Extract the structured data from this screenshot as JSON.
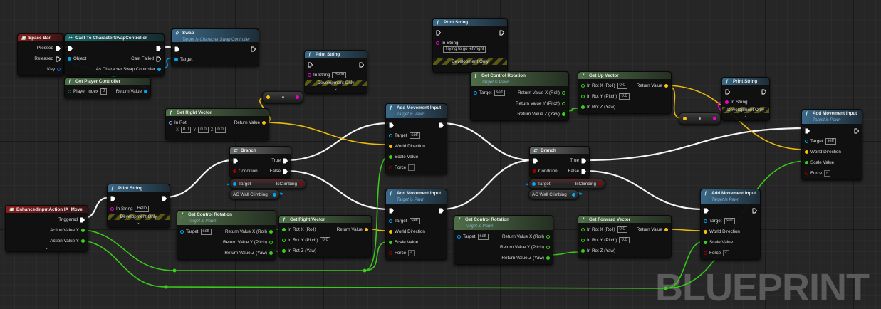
{
  "graph": {
    "watermark": "BLUEPRINT"
  },
  "pin_colors": {
    "exec": "#ffffff",
    "object": "#00a8f4",
    "key": "#1060e0",
    "vector": "#f7c20a",
    "float": "#3ad11a",
    "bool": "#9a0000",
    "string": "#f000d0",
    "int": "#1fe0a8",
    "rotator": "#8fa0ff"
  },
  "header_colors": {
    "event": "#8a1c1c",
    "cast": "#1d6468",
    "function": "#3b6888",
    "pure": "#4f6e48",
    "branch": "#6a6a6a"
  },
  "nodes": [
    {
      "id": "space_bar",
      "title": "Space Bar",
      "kind": "event",
      "icon": "keyboard-icon",
      "rows": [
        {
          "r": {
            "label": "Pressed",
            "type": "exec",
            "connected": true
          }
        },
        {
          "r": {
            "label": "Released",
            "type": "exec"
          }
        },
        {
          "r": {
            "label": "Key",
            "type": "key"
          }
        }
      ]
    },
    {
      "id": "cast",
      "title": "Cast To CharacterSwapController",
      "kind": "cast",
      "icon": "cast-icon",
      "rows": [
        {
          "l": {
            "type": "exec",
            "connected": true
          },
          "r": {
            "type": "exec",
            "connected": true
          }
        },
        {
          "l": {
            "label": "Object",
            "type": "object",
            "connected": true
          },
          "r": {
            "label": "Cast Failed",
            "type": "exec"
          }
        },
        {
          "r": {
            "label": "As Character Swap Controller",
            "type": "object",
            "connected": true
          }
        }
      ]
    },
    {
      "id": "swap",
      "title": "Swap",
      "subtitle": "Target is Character Swap Controller",
      "kind": "function",
      "icon": "swap-icon",
      "rows": [
        {
          "l": {
            "type": "exec",
            "connected": true
          },
          "r": {
            "type": "exec"
          }
        },
        {
          "l": {
            "label": "Target",
            "type": "object",
            "connected": true
          }
        }
      ]
    },
    {
      "id": "get_player_controller",
      "title": "Get Player Controller",
      "kind": "pure",
      "icon": "function-icon",
      "rows": [
        {
          "l": {
            "label": "Player Index",
            "type": "int",
            "value": "0"
          },
          "r": {
            "label": "Return Value",
            "type": "object",
            "connected": true
          }
        }
      ]
    },
    {
      "id": "print_hello_1",
      "title": "Print String",
      "kind": "function",
      "icon": "function-icon",
      "dev_only": "Development Only",
      "expand": "⌄",
      "rows": [
        {
          "l": {
            "type": "exec"
          },
          "r": {
            "type": "exec"
          }
        },
        {
          "l": {
            "label": "In String",
            "type": "string",
            "value": "Hello"
          }
        }
      ]
    },
    {
      "id": "get_right_vector_1",
      "title": "Get Right Vector",
      "kind": "pure",
      "icon": "function-icon",
      "rows": [
        {
          "l": {
            "label": "In Rot",
            "type": "rotator",
            "xyz": [
              "X",
              "0.0",
              "Y",
              "0.0",
              "Z",
              "0.0"
            ]
          },
          "r": {
            "label": "Return Value",
            "type": "vector",
            "connected": true
          }
        },
        {}
      ]
    },
    {
      "id": "branch_1",
      "title": "Branch",
      "kind": "branch",
      "icon": "branch-icon",
      "rows": [
        {
          "l": {
            "type": "exec",
            "connected": true
          },
          "r": {
            "label": "True",
            "type": "exec",
            "connected": true
          }
        },
        {
          "l": {
            "label": "Condition",
            "type": "bool",
            "connected": true
          },
          "r": {
            "label": "False",
            "type": "exec",
            "connected": true
          }
        }
      ]
    },
    {
      "id": "add_movement_1",
      "title": "Add Movement Input",
      "subtitle": "Target is Pawn",
      "kind": "function",
      "icon": "function-icon",
      "rows": [
        {
          "l": {
            "type": "exec",
            "connected": true
          },
          "r": {
            "type": "exec",
            "connected": true
          }
        },
        {
          "l": {
            "label": "Target",
            "type": "object",
            "value": "self"
          }
        },
        {
          "l": {
            "label": "World Direction",
            "type": "vector",
            "connected": true
          }
        },
        {
          "l": {
            "label": "Scale Value",
            "type": "float",
            "connected": true
          }
        },
        {
          "l": {
            "label": "Force",
            "type": "bool",
            "checkbox": ""
          }
        }
      ]
    },
    {
      "id": "print_left_right",
      "title": "Print String",
      "kind": "function",
      "icon": "function-icon",
      "dev_only": "Development Only",
      "expand": "⌄",
      "rows": [
        {
          "l": {
            "type": "exec"
          },
          "r": {
            "type": "exec"
          }
        },
        {
          "l": {
            "label": "In String",
            "type": "string",
            "value_below": "Trying to go left/right"
          }
        },
        {}
      ]
    },
    {
      "id": "get_control_rotation_top",
      "title": "Get Control Rotation",
      "subtitle": "Target is Pawn",
      "kind": "pure",
      "icon": "function-icon",
      "rows": [
        {
          "l": {
            "label": "Target",
            "type": "object",
            "value": "self"
          },
          "r": {
            "label": "Return Value X (Roll)",
            "type": "float"
          }
        },
        {
          "r": {
            "label": "Return Value Y (Pitch)",
            "type": "float"
          }
        },
        {
          "r": {
            "label": "Return Value Z (Yaw)",
            "type": "float",
            "connected": true
          }
        }
      ]
    },
    {
      "id": "get_up_vector",
      "title": "Get Up Vector",
      "kind": "pure",
      "icon": "function-icon",
      "rows": [
        {
          "l": {
            "label": "In Rot X (Roll)",
            "type": "float",
            "value": "0.0"
          },
          "r": {
            "label": "Return Value",
            "type": "vector",
            "connected": true
          }
        },
        {
          "l": {
            "label": "In Rot Y (Pitch)",
            "type": "float",
            "value": "0.0"
          }
        },
        {
          "l": {
            "label": "In Rot Z (Yaw)",
            "type": "float",
            "connected": true
          }
        }
      ]
    },
    {
      "id": "print_up",
      "title": "Print String",
      "kind": "function",
      "icon": "function-icon",
      "dev_only": "Development Only",
      "expand": "⌄",
      "rows": [
        {
          "l": {
            "type": "exec"
          },
          "r": {
            "type": "exec"
          }
        },
        {
          "l": {
            "label": "In String",
            "type": "string",
            "connected": true
          }
        }
      ]
    },
    {
      "id": "add_movement_top_right",
      "title": "Add Movement Input",
      "subtitle": "Target is Pawn",
      "kind": "function",
      "icon": "function-icon",
      "rows": [
        {
          "l": {
            "type": "exec",
            "connected": true
          },
          "r": {
            "type": "exec"
          }
        },
        {
          "l": {
            "label": "Target",
            "type": "object",
            "value": "self"
          }
        },
        {
          "l": {
            "label": "World Direction",
            "type": "vector",
            "connected": true
          }
        },
        {
          "l": {
            "label": "Scale Value",
            "type": "float",
            "connected": true
          }
        },
        {
          "l": {
            "label": "Force",
            "type": "bool",
            "checkbox": "✓"
          }
        }
      ]
    },
    {
      "id": "branch_2",
      "title": "Branch",
      "kind": "branch",
      "icon": "branch-icon",
      "rows": [
        {
          "l": {
            "type": "exec",
            "connected": true
          },
          "r": {
            "label": "True",
            "type": "exec",
            "connected": true
          }
        },
        {
          "l": {
            "label": "Condition",
            "type": "bool",
            "connected": true
          },
          "r": {
            "label": "False",
            "type": "exec",
            "connected": true
          }
        }
      ]
    },
    {
      "id": "ia_move",
      "title": "EnhancedInputAction IA_Move",
      "kind": "event",
      "icon": "input-action-icon",
      "expand": "⌄",
      "rows": [
        {
          "r": {
            "label": "Triggered",
            "type": "exec",
            "connected": true
          }
        },
        {
          "r": {
            "label": "Action Value X",
            "type": "float",
            "connected": true
          }
        },
        {
          "r": {
            "label": "Action Value Y",
            "type": "float",
            "connected": true
          }
        }
      ]
    },
    {
      "id": "print_hello_2",
      "title": "Print String",
      "kind": "function",
      "icon": "function-icon",
      "dev_only": "Development Only",
      "expand": "⌄",
      "rows": [
        {
          "l": {
            "type": "exec",
            "connected": true
          },
          "r": {
            "type": "exec",
            "connected": true
          }
        },
        {
          "l": {
            "label": "In String",
            "type": "string",
            "value": "Hello"
          }
        }
      ]
    },
    {
      "id": "get_control_rotation_bl",
      "title": "Get Control Rotation",
      "subtitle": "Target is Pawn",
      "kind": "pure",
      "icon": "function-icon",
      "rows": [
        {
          "l": {
            "label": "Target",
            "type": "object",
            "value": "self"
          },
          "r": {
            "label": "Return Value X (Roll)",
            "type": "float",
            "connected": true
          }
        },
        {
          "r": {
            "label": "Return Value Y (Pitch)",
            "type": "float"
          }
        },
        {
          "r": {
            "label": "Return Value Z (Yaw)",
            "type": "float",
            "connected": true
          }
        }
      ]
    },
    {
      "id": "get_right_vector_2",
      "title": "Get Right Vector",
      "kind": "pure",
      "icon": "function-icon",
      "rows": [
        {
          "l": {
            "label": "In Rot X (Roll)",
            "type": "float",
            "connected": true
          },
          "r": {
            "label": "Return Value",
            "type": "vector",
            "connected": true
          }
        },
        {
          "l": {
            "label": "In Rot Y (Pitch)",
            "type": "float",
            "value": "0.0"
          }
        },
        {
          "l": {
            "label": "In Rot Z (Yaw)",
            "type": "float",
            "connected": true
          }
        }
      ]
    },
    {
      "id": "add_movement_2",
      "title": "Add Movement Input",
      "subtitle": "Target is Pawn",
      "kind": "function",
      "icon": "function-icon",
      "rows": [
        {
          "l": {
            "type": "exec",
            "connected": true
          },
          "r": {
            "type": "exec",
            "connected": true
          }
        },
        {
          "l": {
            "label": "Target",
            "type": "object",
            "value": "self"
          }
        },
        {
          "l": {
            "label": "World Direction",
            "type": "vector",
            "connected": true
          }
        },
        {
          "l": {
            "label": "Scale Value",
            "type": "float",
            "connected": true
          }
        },
        {
          "l": {
            "label": "Force",
            "type": "bool",
            "checkbox": "✓"
          }
        }
      ]
    },
    {
      "id": "get_control_rotation_br",
      "title": "Get Control Rotation",
      "subtitle": "Target is Pawn",
      "kind": "pure",
      "icon": "function-icon",
      "rows": [
        {
          "l": {
            "label": "Target",
            "type": "object",
            "value": "self"
          },
          "r": {
            "label": "Return Value X (Roll)",
            "type": "float"
          }
        },
        {
          "r": {
            "label": "Return Value Y (Pitch)",
            "type": "float"
          }
        },
        {
          "r": {
            "label": "Return Value Z (Yaw)",
            "type": "float",
            "connected": true
          }
        }
      ]
    },
    {
      "id": "get_forward_vector",
      "title": "Get Forward Vector",
      "kind": "pure",
      "icon": "function-icon",
      "rows": [
        {
          "l": {
            "label": "In Rot X (Roll)",
            "type": "float",
            "value": "0.0"
          },
          "r": {
            "label": "Return Value",
            "type": "vector",
            "connected": true
          }
        },
        {
          "l": {
            "label": "In Rot Y (Pitch)",
            "type": "float",
            "value": "0.0"
          }
        },
        {
          "l": {
            "label": "In Rot Z (Yaw)",
            "type": "float",
            "connected": true
          }
        }
      ]
    },
    {
      "id": "add_movement_3",
      "title": "Add Movement Input",
      "subtitle": "Target is Pawn",
      "kind": "function",
      "icon": "function-icon",
      "rows": [
        {
          "l": {
            "type": "exec",
            "connected": true
          },
          "r": {
            "type": "exec"
          }
        },
        {
          "l": {
            "label": "Target",
            "type": "object",
            "value": "self"
          }
        },
        {
          "l": {
            "label": "World Direction",
            "type": "vector",
            "connected": true
          }
        },
        {
          "l": {
            "label": "Scale Value",
            "type": "float",
            "connected": true
          }
        },
        {
          "l": {
            "label": "Force",
            "type": "bool",
            "checkbox": "✓"
          }
        }
      ]
    }
  ],
  "conversions": [
    {
      "id": "vector_to_string_1",
      "in": "vector",
      "out": "string"
    },
    {
      "id": "vector_to_string_2",
      "in": "vector",
      "out": "string"
    }
  ],
  "variable_pills": [
    {
      "id": "is_climbing_1",
      "left": "Target",
      "right": "IsClimbing",
      "left_type": "object",
      "right_type": "bool"
    },
    {
      "id": "ac_wall_climbing_1",
      "label": "AC Wall Climbing",
      "type": "object"
    },
    {
      "id": "is_climbing_2",
      "left": "Target",
      "right": "IsClimbing",
      "left_type": "object",
      "right_type": "bool"
    },
    {
      "id": "ac_wall_climbing_2",
      "label": "AC Wall Climbing",
      "type": "object"
    }
  ]
}
